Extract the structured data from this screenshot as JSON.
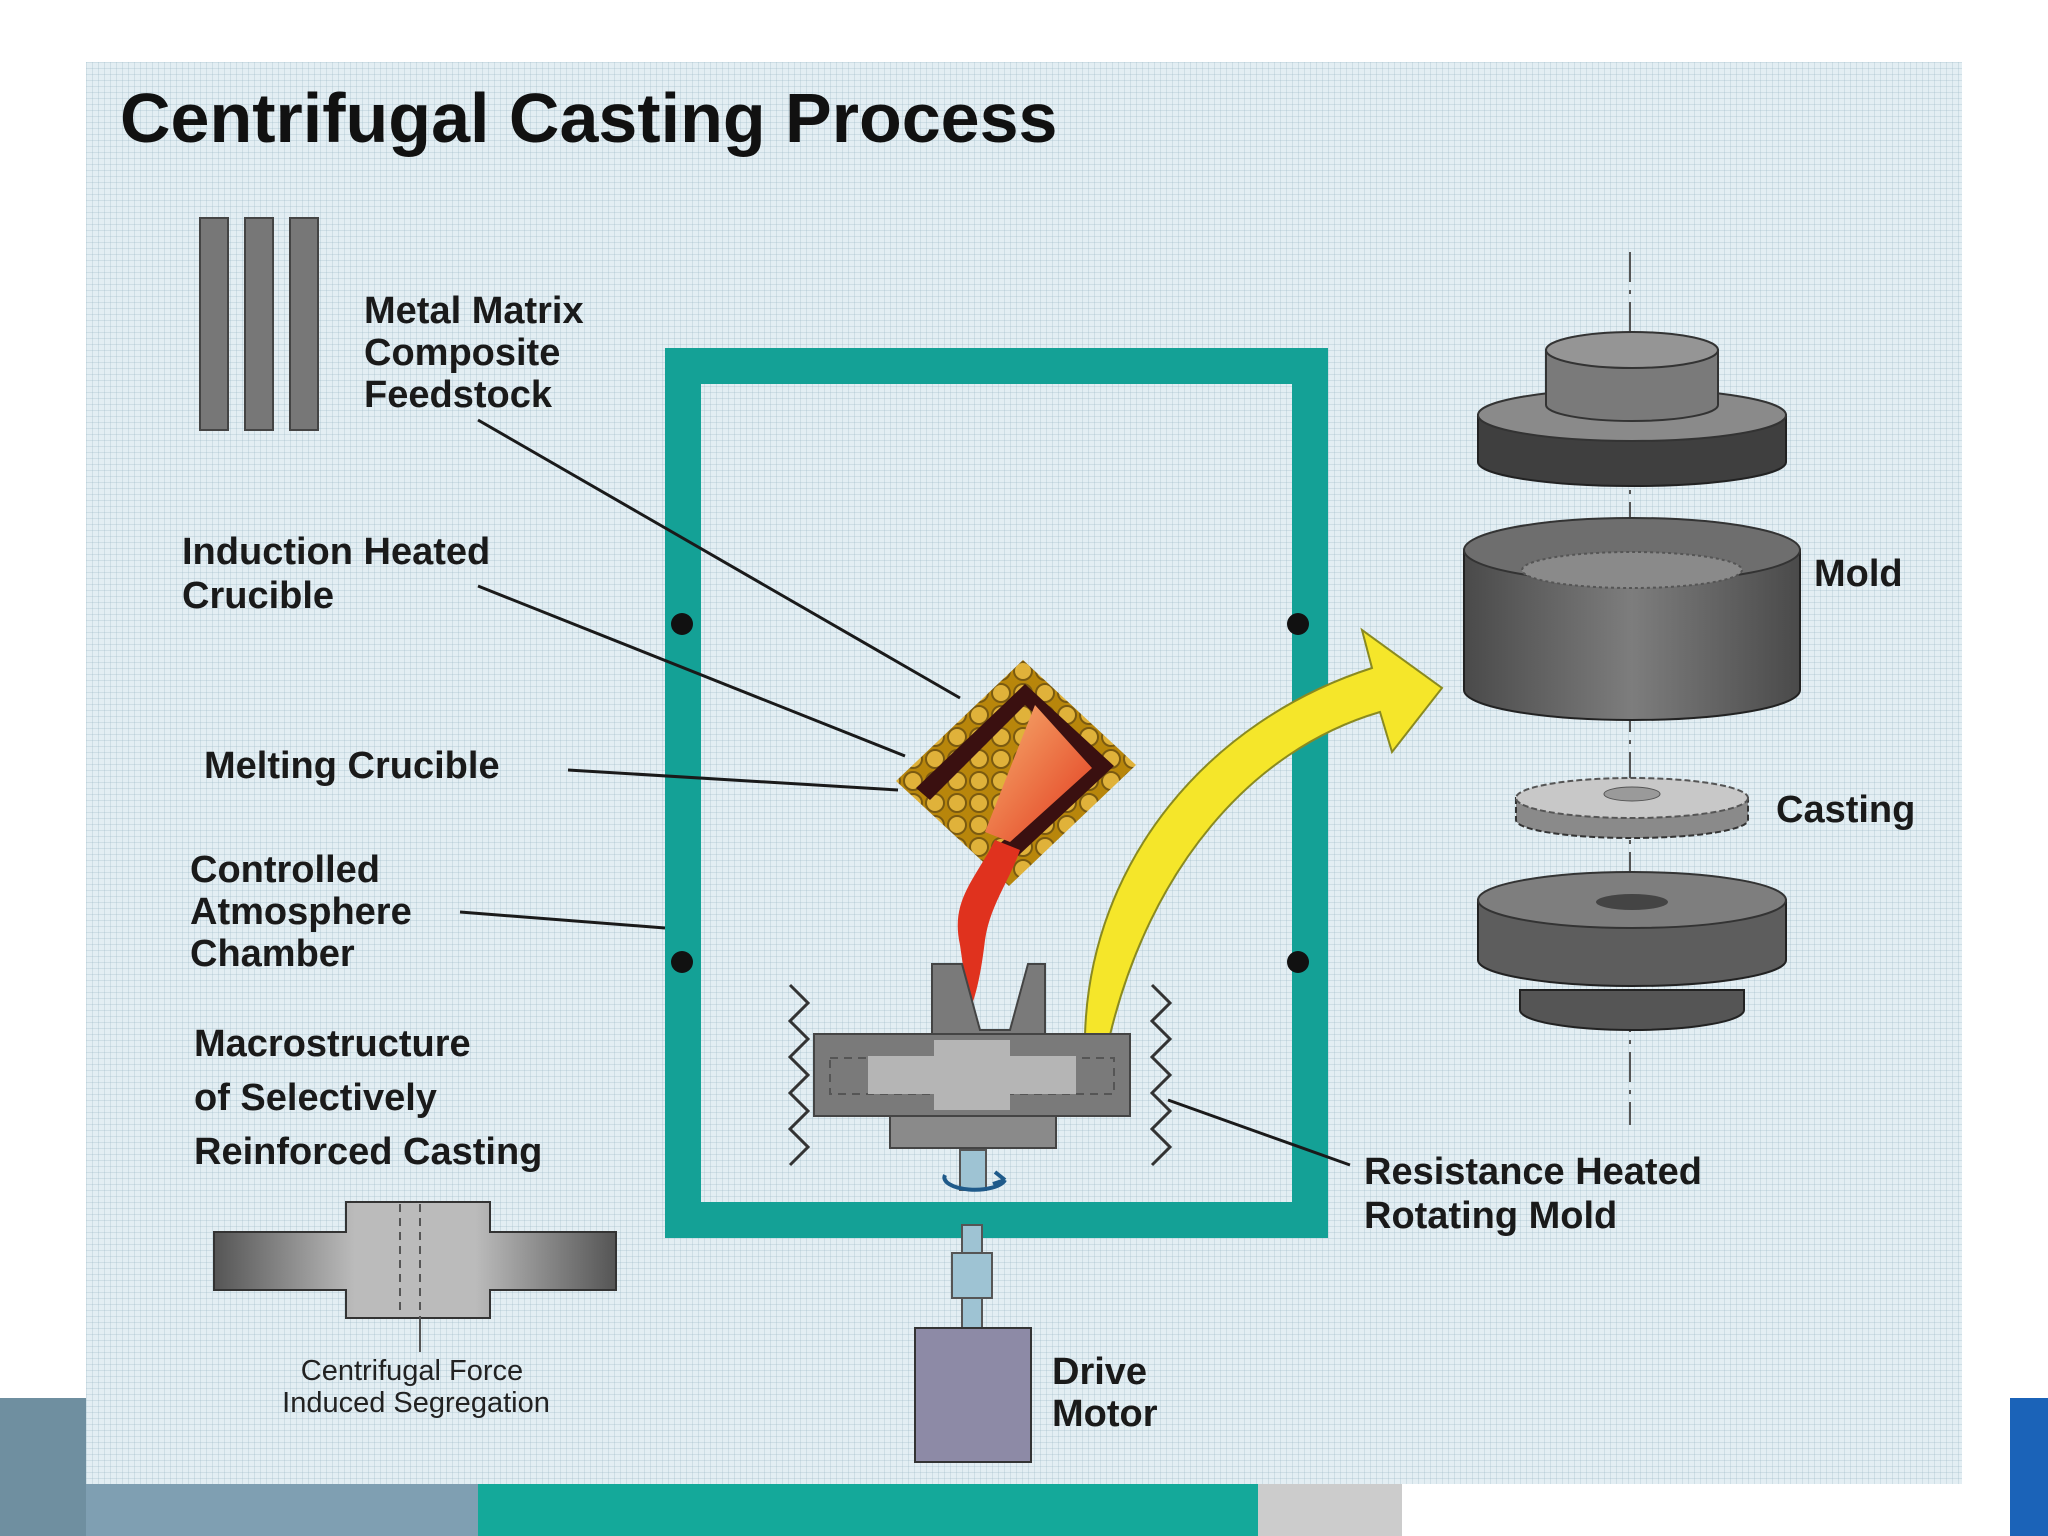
{
  "title": "Centrifugal Casting Process",
  "labels": {
    "feedstock": [
      "Metal Matrix",
      "Composite",
      "Feedstock"
    ],
    "induction_crucible": [
      "Induction Heated",
      "Crucible"
    ],
    "melting_crucible": "Melting Crucible",
    "chamber": [
      "Controlled",
      "Atmosphere",
      "Chamber"
    ],
    "macrostructure": [
      "Macrostructure",
      "of Selectively",
      "Reinforced Casting"
    ],
    "segregation": [
      "Centrifugal Force",
      "Induced Segregation"
    ],
    "mold": "Mold",
    "casting": "Casting",
    "rotating_mold": [
      "Resistance Heated",
      "Rotating Mold"
    ],
    "drive_motor": [
      "Drive",
      "Motor"
    ]
  },
  "colors": {
    "chamber": "#14a196",
    "metal": "#7a7a7a",
    "molten": "#e8442a",
    "arrow": "#f5e62a",
    "motor": "#8d8aa6",
    "footer_teal": "#14a99a",
    "footer_blue": "#1b63b8"
  }
}
